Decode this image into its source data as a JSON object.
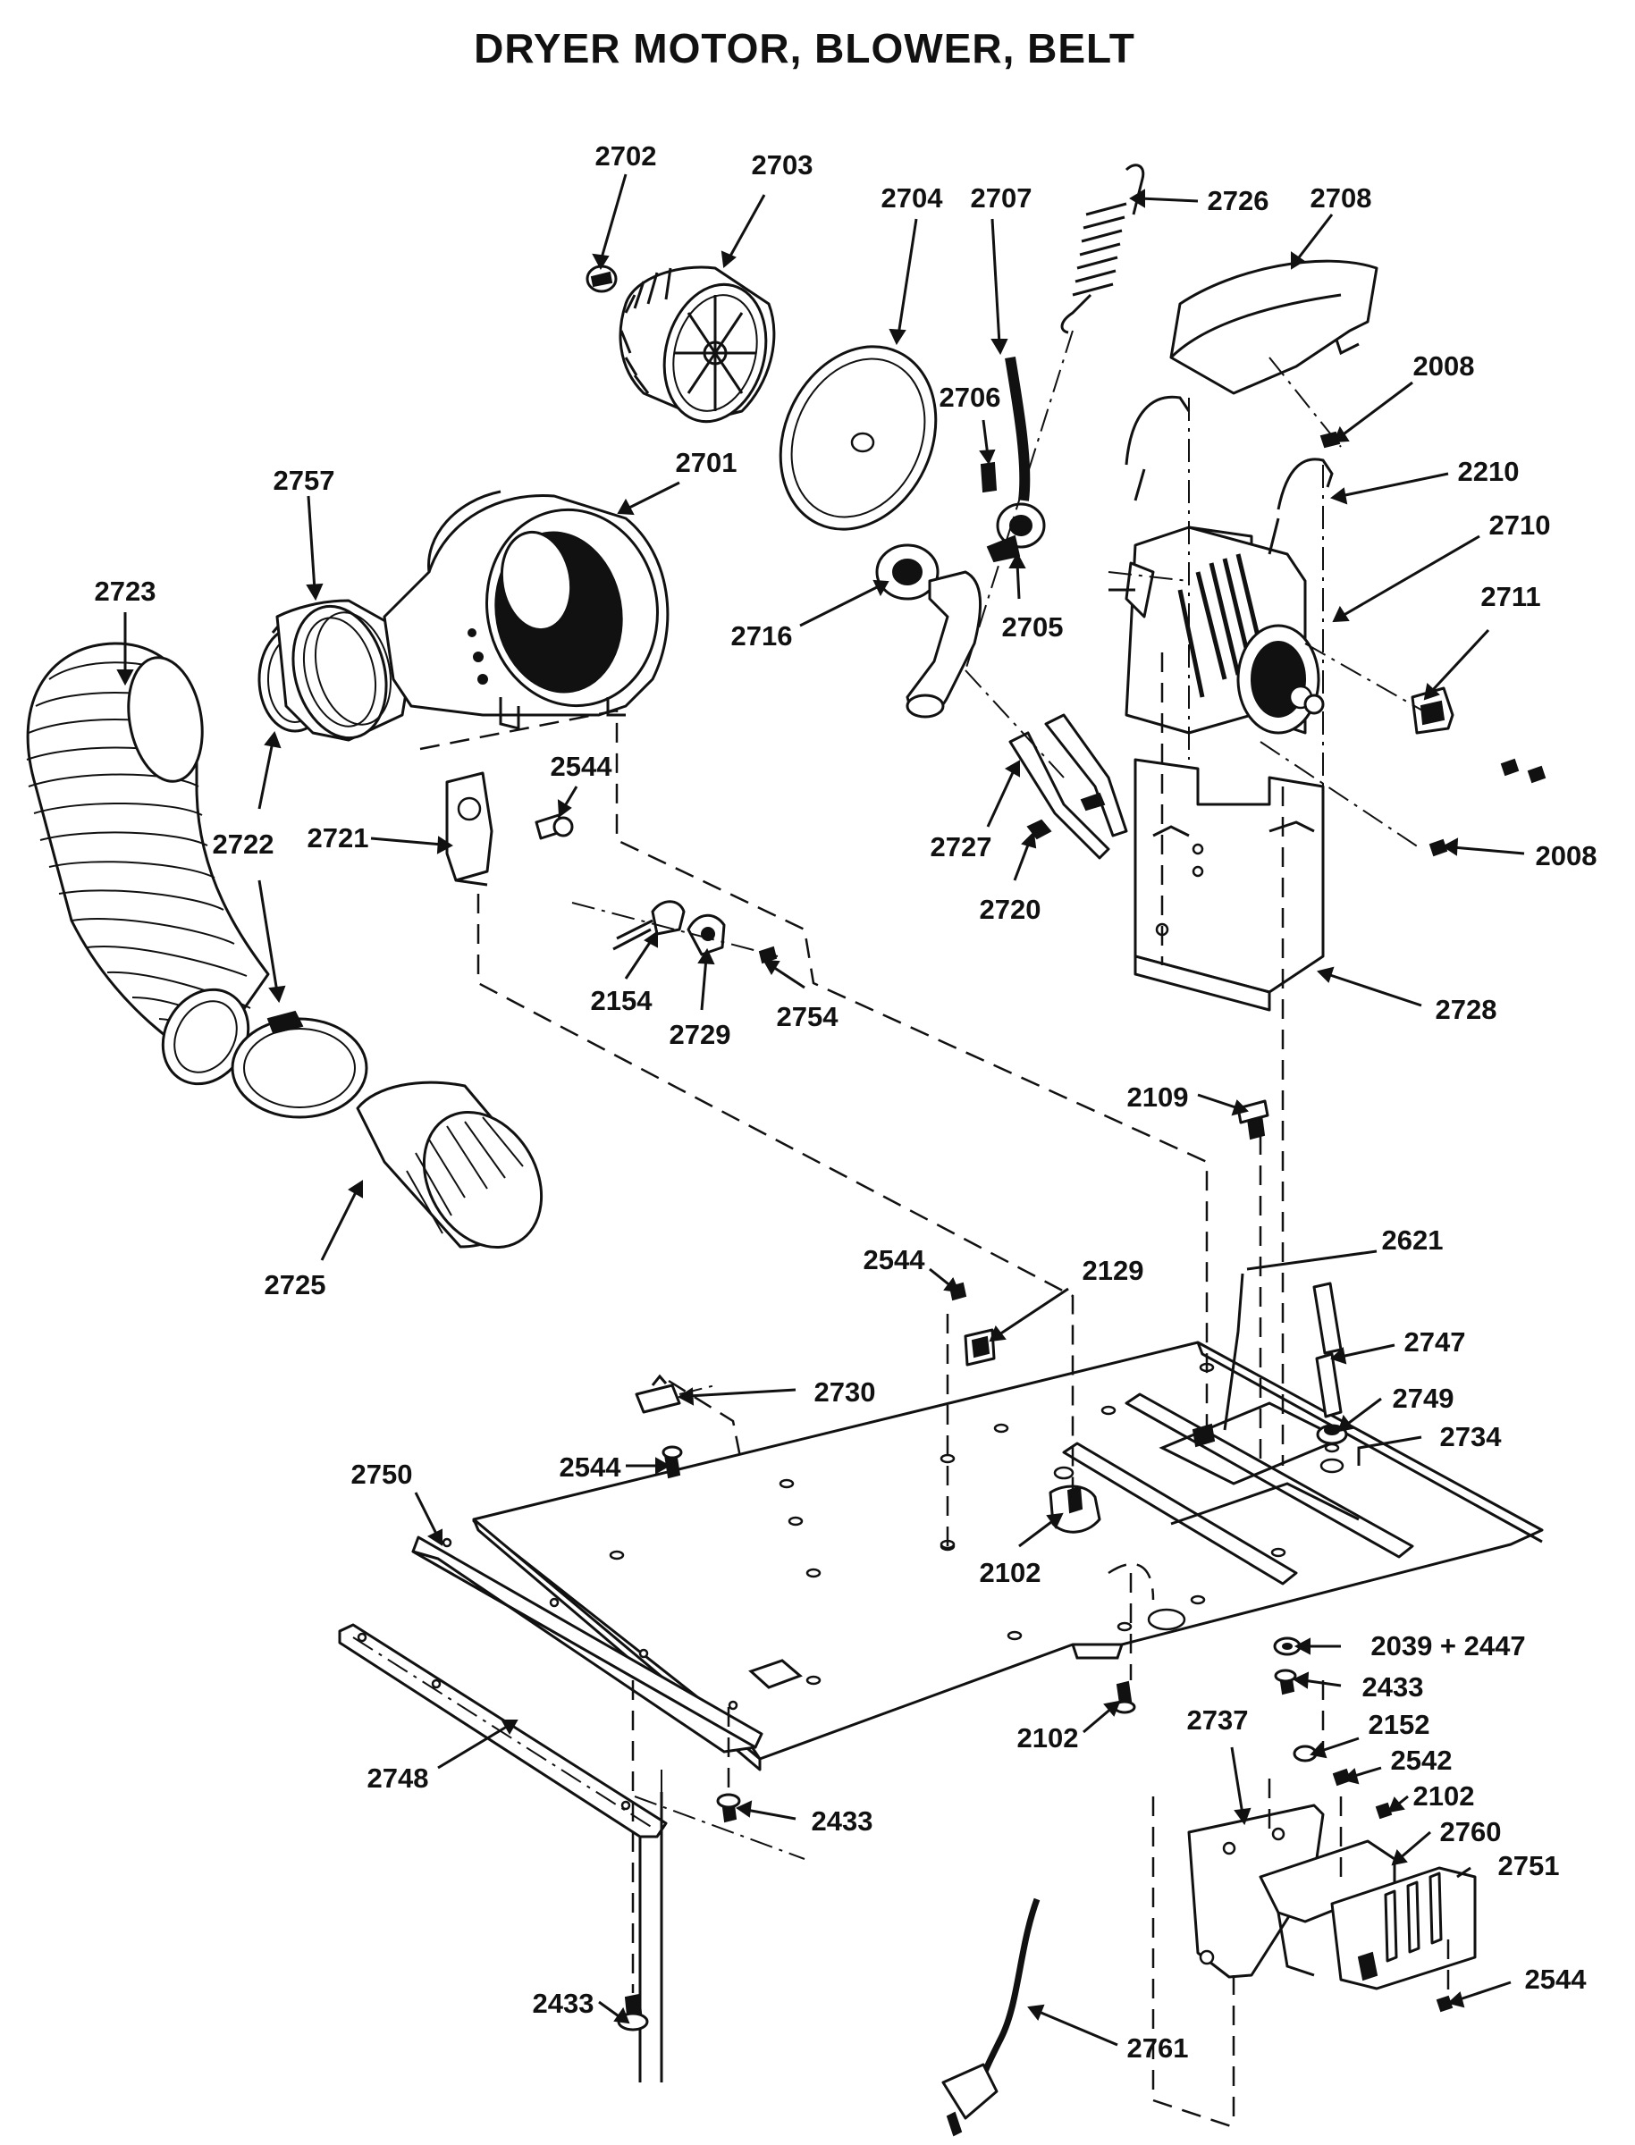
{
  "title": "DRYER MOTOR, BLOWER, BELT",
  "parts": [
    {
      "id": "p2702",
      "label": "2702"
    },
    {
      "id": "p2703",
      "label": "2703"
    },
    {
      "id": "p2704",
      "label": "2704"
    },
    {
      "id": "p2707",
      "label": "2707"
    },
    {
      "id": "p2726",
      "label": "2726"
    },
    {
      "id": "p2708",
      "label": "2708"
    },
    {
      "id": "p2008a",
      "label": "2008"
    },
    {
      "id": "p2706",
      "label": "2706"
    },
    {
      "id": "p2757",
      "label": "2757"
    },
    {
      "id": "p2701",
      "label": "2701"
    },
    {
      "id": "p2210",
      "label": "2210"
    },
    {
      "id": "p2710",
      "label": "2710"
    },
    {
      "id": "p2723",
      "label": "2723"
    },
    {
      "id": "p2716",
      "label": "2716"
    },
    {
      "id": "p2705",
      "label": "2705"
    },
    {
      "id": "p2711",
      "label": "2711"
    },
    {
      "id": "p2544a",
      "label": "2544"
    },
    {
      "id": "p2722",
      "label": "2722"
    },
    {
      "id": "p2721",
      "label": "2721"
    },
    {
      "id": "p2727",
      "label": "2727"
    },
    {
      "id": "p2008b",
      "label": "2008"
    },
    {
      "id": "p2720",
      "label": "2720"
    },
    {
      "id": "p2154",
      "label": "2154"
    },
    {
      "id": "p2729",
      "label": "2729"
    },
    {
      "id": "p2754",
      "label": "2754"
    },
    {
      "id": "p2728",
      "label": "2728"
    },
    {
      "id": "p2109",
      "label": "2109"
    },
    {
      "id": "p2725",
      "label": "2725"
    },
    {
      "id": "p2621",
      "label": "2621"
    },
    {
      "id": "p2544b",
      "label": "2544"
    },
    {
      "id": "p2129",
      "label": "2129"
    },
    {
      "id": "p2747",
      "label": "2747"
    },
    {
      "id": "p2730",
      "label": "2730"
    },
    {
      "id": "p2749",
      "label": "2749"
    },
    {
      "id": "p2734",
      "label": "2734"
    },
    {
      "id": "p2544c",
      "label": "2544"
    },
    {
      "id": "p2750",
      "label": "2750"
    },
    {
      "id": "p2102a",
      "label": "2102"
    },
    {
      "id": "p2039",
      "label": "2039 + 2447"
    },
    {
      "id": "p2433a",
      "label": "2433"
    },
    {
      "id": "p2102b",
      "label": "2102"
    },
    {
      "id": "p2737",
      "label": "2737"
    },
    {
      "id": "p2152",
      "label": "2152"
    },
    {
      "id": "p2542",
      "label": "2542"
    },
    {
      "id": "p2748",
      "label": "2748"
    },
    {
      "id": "p2102c",
      "label": "2102"
    },
    {
      "id": "p2433b",
      "label": "2433"
    },
    {
      "id": "p2760",
      "label": "2760"
    },
    {
      "id": "p2751",
      "label": "2751"
    },
    {
      "id": "p2433c",
      "label": "2433"
    },
    {
      "id": "p2544d",
      "label": "2544"
    },
    {
      "id": "p2761",
      "label": "2761"
    }
  ]
}
